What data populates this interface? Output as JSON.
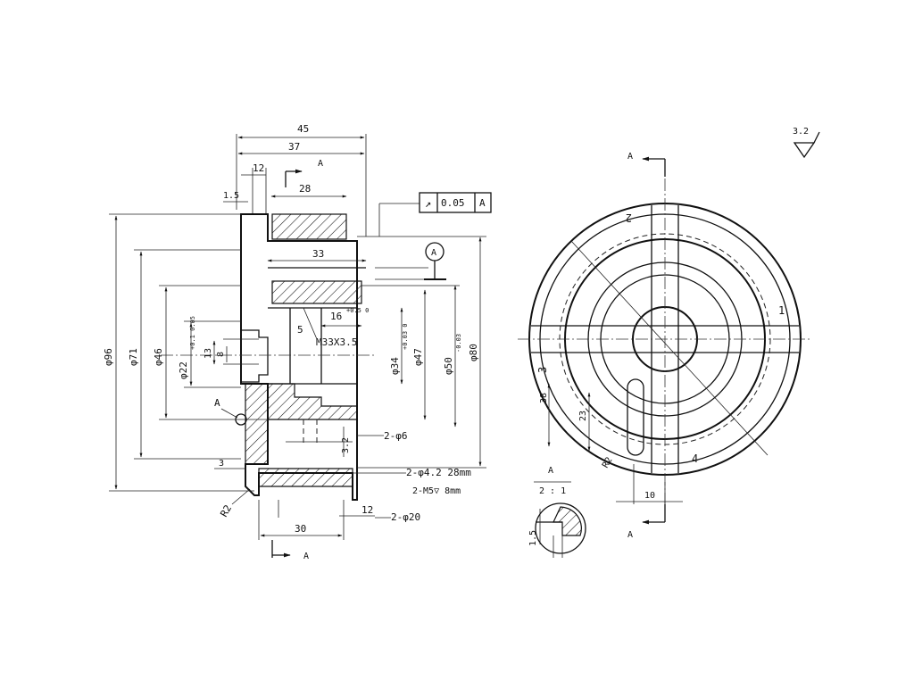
{
  "section_label": "A",
  "surface_finish": "3.2",
  "view_arrow_label": "A",
  "tolerance_frame": {
    "symbol": "↗",
    "value": "0.05",
    "datum": "A"
  },
  "datum_balloon": "A",
  "datum_label": "A",
  "dims": {
    "d45": "45",
    "d37": "37",
    "d12": "12",
    "d1_5": "1.5",
    "d28": "28",
    "d33": "33",
    "d16": "16",
    "d16_tol": "+0.5 0",
    "d5": "5",
    "dM33": "M33X3.5",
    "d96": "φ96",
    "d71": "φ71",
    "d46": "φ46",
    "d22": "φ22",
    "d22_tol": "+0.1 0.05",
    "d13": "13",
    "d8": "8",
    "d34": "φ34",
    "d34_tol": "+0.03 0",
    "d47": "φ47",
    "d50": "φ50",
    "d50_tol": "-0.03",
    "d80": "φ80",
    "d2phi6": "2-φ6",
    "d3_2": "3.2",
    "d2phi4": "2-φ4.2  28mm",
    "d2M5": "2-M5▽ 8mm",
    "d3": "3",
    "dR2": "R2",
    "d30": "30",
    "d12b": "12",
    "d2phi20": "2-φ20"
  },
  "front": {
    "n2": "2",
    "n1": "1",
    "n3": "3",
    "n4": "4",
    "d38": "38",
    "d23": "23",
    "dR2": "R2",
    "d10": "10"
  },
  "detail": {
    "label": "A",
    "scale": "2 : 1",
    "d1_5": "1.5"
  }
}
